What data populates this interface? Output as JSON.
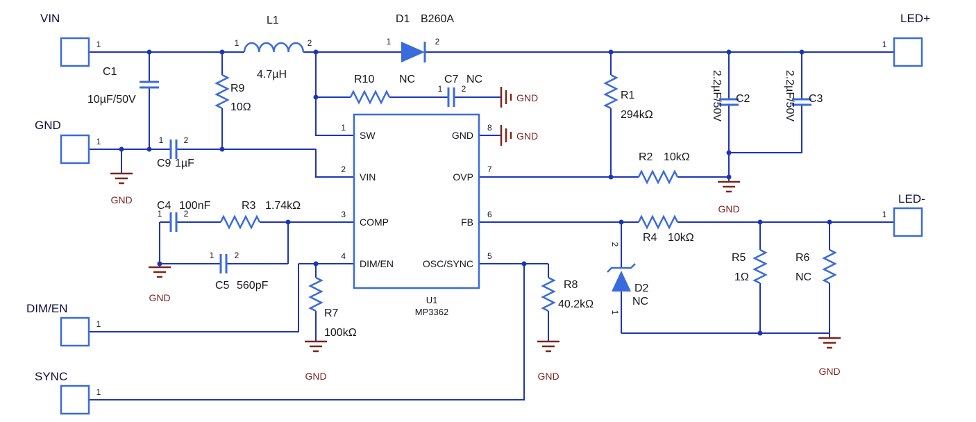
{
  "ports": {
    "vin": {
      "label": "VIN",
      "pin": "1"
    },
    "gnd": {
      "label": "GND",
      "pin": "1"
    },
    "dim_en": {
      "label": "DIM/EN",
      "pin": "1"
    },
    "sync": {
      "label": "SYNC",
      "pin": "1"
    },
    "led_pos": {
      "label": "LED+",
      "pin": "1"
    },
    "led_neg": {
      "label": "LED-",
      "pin": "1"
    }
  },
  "chip": {
    "refdes": "U1",
    "part": "MP3362",
    "left_pins": [
      {
        "num": "1",
        "name": "SW"
      },
      {
        "num": "2",
        "name": "VIN"
      },
      {
        "num": "3",
        "name": "COMP"
      },
      {
        "num": "4",
        "name": "DIM/EN"
      }
    ],
    "right_pins": [
      {
        "num": "8",
        "name": "GND"
      },
      {
        "num": "7",
        "name": "OVP"
      },
      {
        "num": "6",
        "name": "FB"
      },
      {
        "num": "5",
        "name": "OSC/SYNC"
      }
    ]
  },
  "components": {
    "l1": {
      "ref": "L1",
      "value": "4.7µH",
      "pin1": "1",
      "pin2": "2"
    },
    "d1": {
      "ref": "D1",
      "value": "B260A",
      "pin1": "1",
      "pin2": "2"
    },
    "c1": {
      "ref": "C1",
      "value": "10µF/50V"
    },
    "c9": {
      "ref": "C9",
      "value": "1µF",
      "pin1": "1",
      "pin2": "2"
    },
    "r9": {
      "ref": "R9",
      "value": "10Ω"
    },
    "r10": {
      "ref": "R10",
      "value": "NC"
    },
    "c7": {
      "ref": "C7",
      "value": "NC",
      "pin1": "1",
      "pin2": "2"
    },
    "c4": {
      "ref": "C4",
      "value": "100nF",
      "pin1": "1",
      "pin2": "2"
    },
    "r3": {
      "ref": "R3",
      "value": "1.74kΩ"
    },
    "c5": {
      "ref": "C5",
      "value": "560pF",
      "pin1": "1",
      "pin2": "2"
    },
    "r7": {
      "ref": "R7",
      "value": "100kΩ"
    },
    "r8": {
      "ref": "R8",
      "value": "40.2kΩ"
    },
    "r1": {
      "ref": "R1",
      "value": "294kΩ"
    },
    "r2": {
      "ref": "R2",
      "value": "10kΩ"
    },
    "c2": {
      "ref": "C2",
      "value": "2.2µF/50V"
    },
    "c3": {
      "ref": "C3",
      "value": "2.2µF/50V"
    },
    "r4": {
      "ref": "R4",
      "value": "10kΩ"
    },
    "d2": {
      "ref": "D2",
      "value": "NC",
      "pin1": "1",
      "pin2": "2"
    },
    "r5": {
      "ref": "R5",
      "value": "1Ω"
    },
    "r6": {
      "ref": "R6",
      "value": "NC"
    }
  },
  "ground_label": "GND",
  "colors": {
    "wire": "#1d35b4",
    "component": "#3a6bdc",
    "ground": "#7c241c",
    "text": "#16161e"
  }
}
